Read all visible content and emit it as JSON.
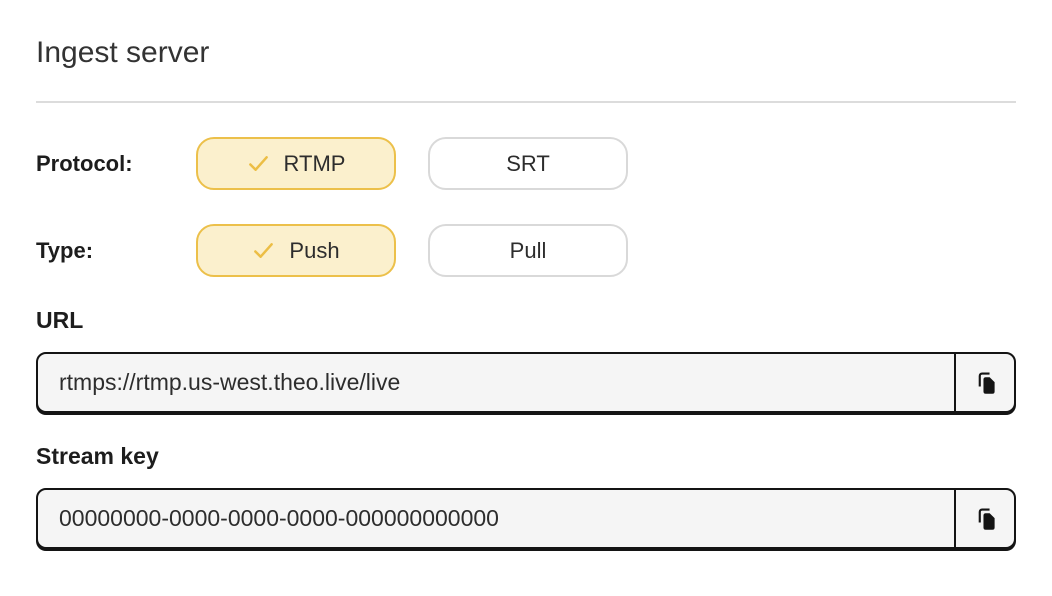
{
  "page": {
    "title": "Ingest server"
  },
  "colors": {
    "accent_border": "#ECC04A",
    "accent_bg": "#FBF0CD",
    "accent_check": "#ECBE45",
    "unselected_border": "#D9D9D9",
    "input_bg": "#F5F5F5",
    "input_border": "#141414",
    "divider": "#DCDCDC",
    "text": "#2D2D2D"
  },
  "protocol": {
    "label": "Protocol:",
    "options": [
      {
        "label": "RTMP",
        "selected": true
      },
      {
        "label": "SRT",
        "selected": false
      }
    ]
  },
  "stream_type": {
    "label": "Type:",
    "options": [
      {
        "label": "Push",
        "selected": true
      },
      {
        "label": "Pull",
        "selected": false
      }
    ]
  },
  "url_field": {
    "label": "URL",
    "value": "rtmps://rtmp.us-west.theo.live/live"
  },
  "stream_key_field": {
    "label": "Stream key",
    "value": "00000000-0000-0000-0000-000000000000"
  },
  "icons": {
    "check": "check-icon",
    "copy": "copy-icon"
  }
}
